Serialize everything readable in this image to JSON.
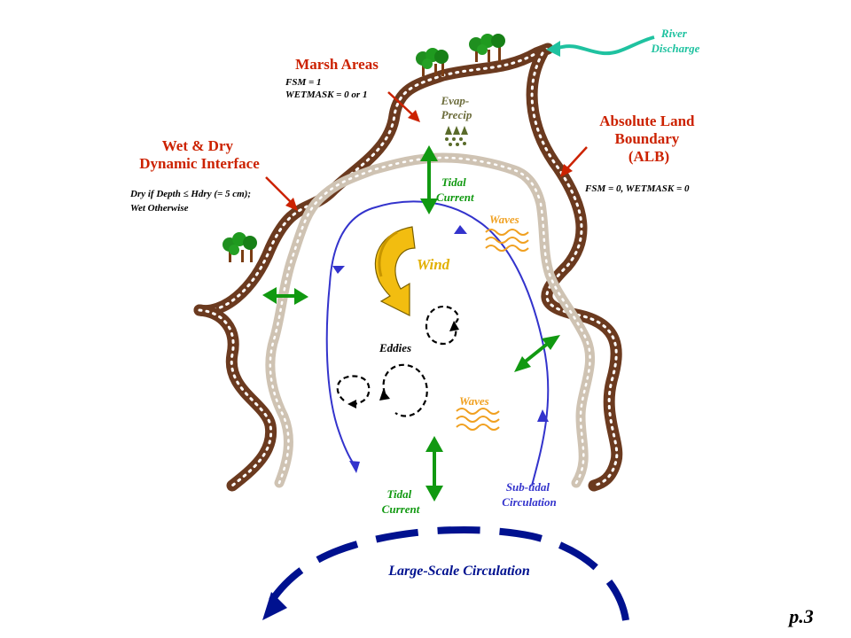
{
  "colors": {
    "land": "#6b3a1f",
    "shore": "#cfc3b3",
    "label_red": "#cc2200",
    "river": "#1fc2a0",
    "circulation": "#3333cc",
    "large_scale": "#00118f",
    "tidal": "#119911",
    "waves": "#f0a020",
    "wind": "#e2b000",
    "evap": "#556b2f"
  },
  "labels": {
    "river_discharge": [
      "River",
      "Discharge"
    ],
    "marsh_areas": "Marsh Areas",
    "marsh_fsm": "FSM = 1",
    "marsh_wetmask": "WETMASK = 0 or 1",
    "evap_precip": [
      "Evap-",
      "Precip"
    ],
    "alb": [
      "Absolute Land",
      "Boundary",
      "(ALB)"
    ],
    "alb_note": "FSM = 0, WETMASK = 0",
    "wet_dry": [
      "Wet & Dry",
      "Dynamic Interface"
    ],
    "wet_dry_note_1": "Dry if Depth ≤ Hdry (= 5 cm);",
    "wet_dry_note_2": "Wet Otherwise",
    "tidal_top": [
      "Tidal",
      "Current"
    ],
    "tidal_bottom": [
      "Tidal",
      "Current"
    ],
    "waves_top": "Waves",
    "waves_bottom": "Waves",
    "wind": "Wind",
    "eddies": "Eddies",
    "sub_tidal": [
      "Sub-tidal",
      "Circulation"
    ],
    "large_scale": "Large-Scale Circulation",
    "page_number": "p.3"
  },
  "icons": [
    "tree-cluster-icon",
    "wind-arrow-icon",
    "wave-icon",
    "double-arrow-icon",
    "evap-precip-icon"
  ]
}
